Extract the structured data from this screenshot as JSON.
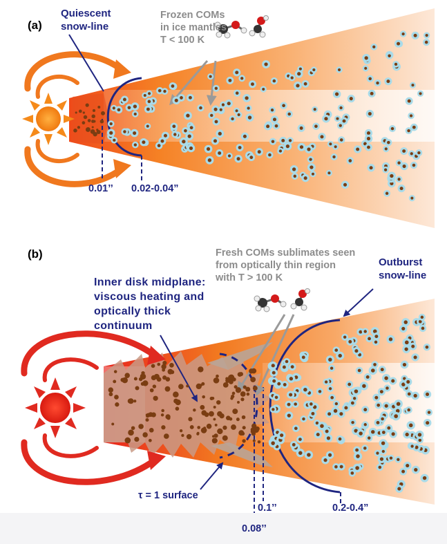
{
  "panel_a": {
    "letter": "(a)",
    "snowline_label": [
      "Quiescent",
      "snow-line"
    ],
    "coms_label": [
      "Frozen COMs",
      "in ice mantles",
      "T < 100 K"
    ],
    "tick_labels": [
      "0.01’’",
      "0.02-0.04”"
    ]
  },
  "panel_b": {
    "letter": "(b)",
    "midplane_label": [
      "Inner disk midplane:",
      "viscous heating and",
      "optically thick",
      "continuum"
    ],
    "coms_label": [
      "Fresh COMs sublimates seen",
      "from optically thin region",
      "with T > 100 K"
    ],
    "snowline_label": [
      "Outburst",
      "snow-line"
    ],
    "tau_label": "τ = 1 surface",
    "tick_labels": [
      "0.1’’",
      "0.2-0.4”",
      "0.08’’"
    ]
  },
  "colors": {
    "navy": "#1f2580",
    "gray": "#8c8c8c",
    "orange": "#f07a1a",
    "red": "#e02a20",
    "ice": "#a9dbe9",
    "dust": "#8b4513"
  },
  "icons": [
    "star-icon",
    "molecule-icon",
    "dust-grain-icon",
    "ice-grain-icon"
  ]
}
